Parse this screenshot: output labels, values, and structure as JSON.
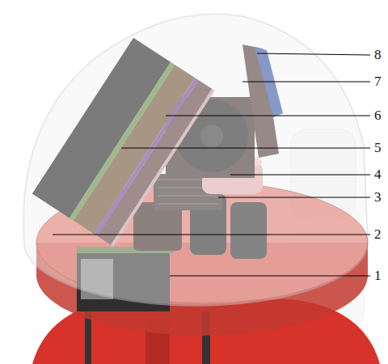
{
  "diagram": {
    "labels": [
      "8",
      "7",
      "6",
      "5",
      "4",
      "3",
      "2",
      "1"
    ]
  }
}
